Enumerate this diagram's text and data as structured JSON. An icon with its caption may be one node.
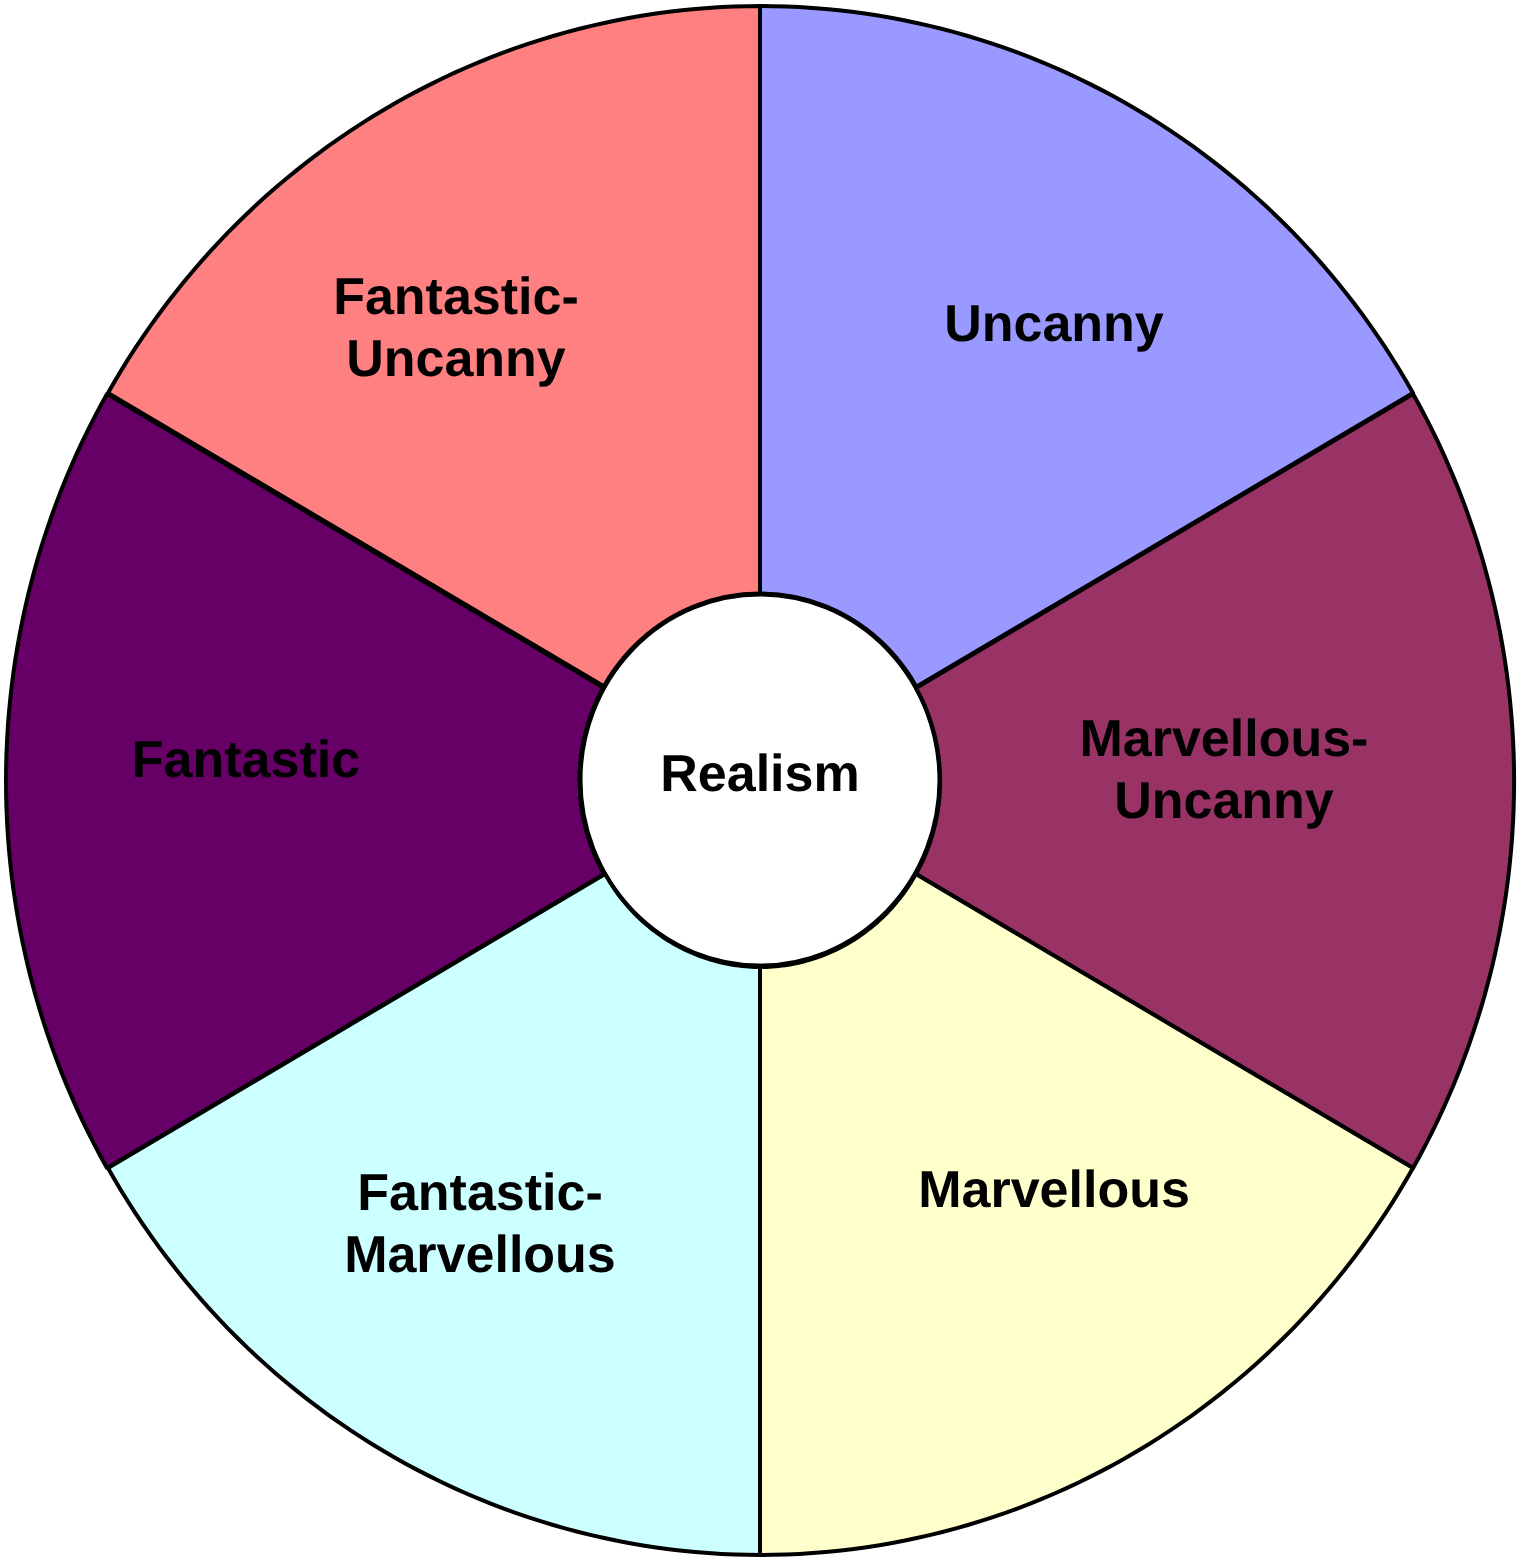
{
  "diagram": {
    "nodes": [
      {
        "text": [
          "Fantastic-Uncanny"
        ]
      },
      {
        "text": [
          "Uncanny"
        ]
      },
      {
        "text": [
          "Fantastic"
        ]
      },
      {
        "text": [
          "Realism"
        ]
      },
      {
        "text": [
          "Marvellous-Uncanny"
        ]
      },
      {
        "text": [
          "Fantastic-Marvellous"
        ]
      },
      {
        "text": [
          "Marvellous"
        ]
      }
    ]
  }
}
